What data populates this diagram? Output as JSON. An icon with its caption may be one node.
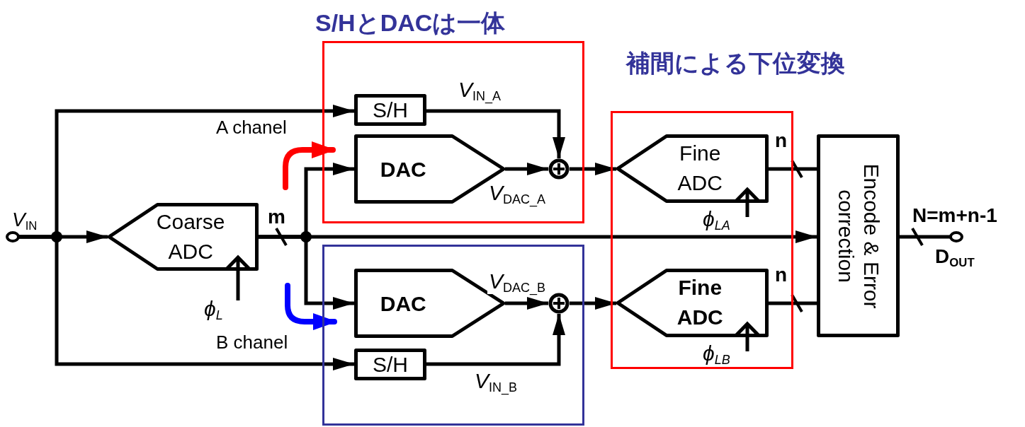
{
  "diagram": {
    "nodes": [
      {
        "text": [
          "S/HとDACは一体"
        ]
      },
      {
        "text": [
          "S/H"
        ],
        "in": 0
      },
      {
        "text": [
          "DAC"
        ],
        "in": 0
      },
      {
        "text": [],
        "shape": "circle",
        "in": 0
      },
      {
        "text": [],
        "shape": "box"
      },
      {
        "text": [
          "DAC"
        ],
        "in": 4
      },
      {
        "text": [
          "S/H"
        ],
        "in": 4
      },
      {
        "text": [],
        "shape": "circle",
        "in": 4
      },
      {
        "text": [
          "補間による下位変換"
        ]
      },
      {
        "text": [
          "Fine ADC"
        ],
        "in": 8,
        "beside": [
          "ϕ$_{LA}$"
        ]
      },
      {
        "text": [
          "Fine ADC"
        ],
        "in": 8,
        "beside": [
          "ϕ$_{LB}$"
        ]
      },
      {
        "text": [
          "Coarse ADC"
        ],
        "beside": [
          "ϕ$_{L}$"
        ]
      },
      {
        "text": [
          "Encode & Error correction"
        ]
      },
      {
        "text": [
          "*V*$_{IN}$"
        ]
      },
      {
        "text": [
          "D$_{OUT}$"
        ]
      }
    ],
    "edges": [
      {
        "from": 13,
        "to": 1,
        "arrow": "to"
      },
      {
        "from": 13,
        "to": 11,
        "arrow": "to"
      },
      {
        "from": 13,
        "to": 6,
        "arrow": "to"
      },
      {
        "from": 11,
        "to": 2,
        "arrow": "to"
      },
      {
        "from": 11,
        "to": 5,
        "arrow": "to"
      },
      {
        "from": 11,
        "to": 12,
        "arrow": "to"
      },
      {
        "from": 1,
        "to": 3,
        "arrow": "to",
        "label": "*V*$_{IN_A}$"
      },
      {
        "from": 2,
        "to": 3,
        "arrow": "to",
        "label": "*V*$_{DAC_A}$"
      },
      {
        "from": 3,
        "to": 9,
        "arrow": "to"
      },
      {
        "from": 5,
        "to": 7,
        "arrow": "to",
        "label": "*V*$_{DAC_B}$"
      },
      {
        "from": 6,
        "to": 7,
        "arrow": "to",
        "label": "*V*$_{IN_B}$"
      },
      {
        "from": 7,
        "to": 10,
        "arrow": "to"
      },
      {
        "from": 9,
        "to": 12,
        "arrow": "none"
      },
      {
        "from": 10,
        "to": 12,
        "arrow": "none"
      },
      {
        "from": 12,
        "to": 14,
        "arrow": "none"
      }
    ],
    "labels": [
      "A chanel",
      "B chanel",
      "m",
      "n",
      "n",
      "N=m+n-1"
    ]
  }
}
